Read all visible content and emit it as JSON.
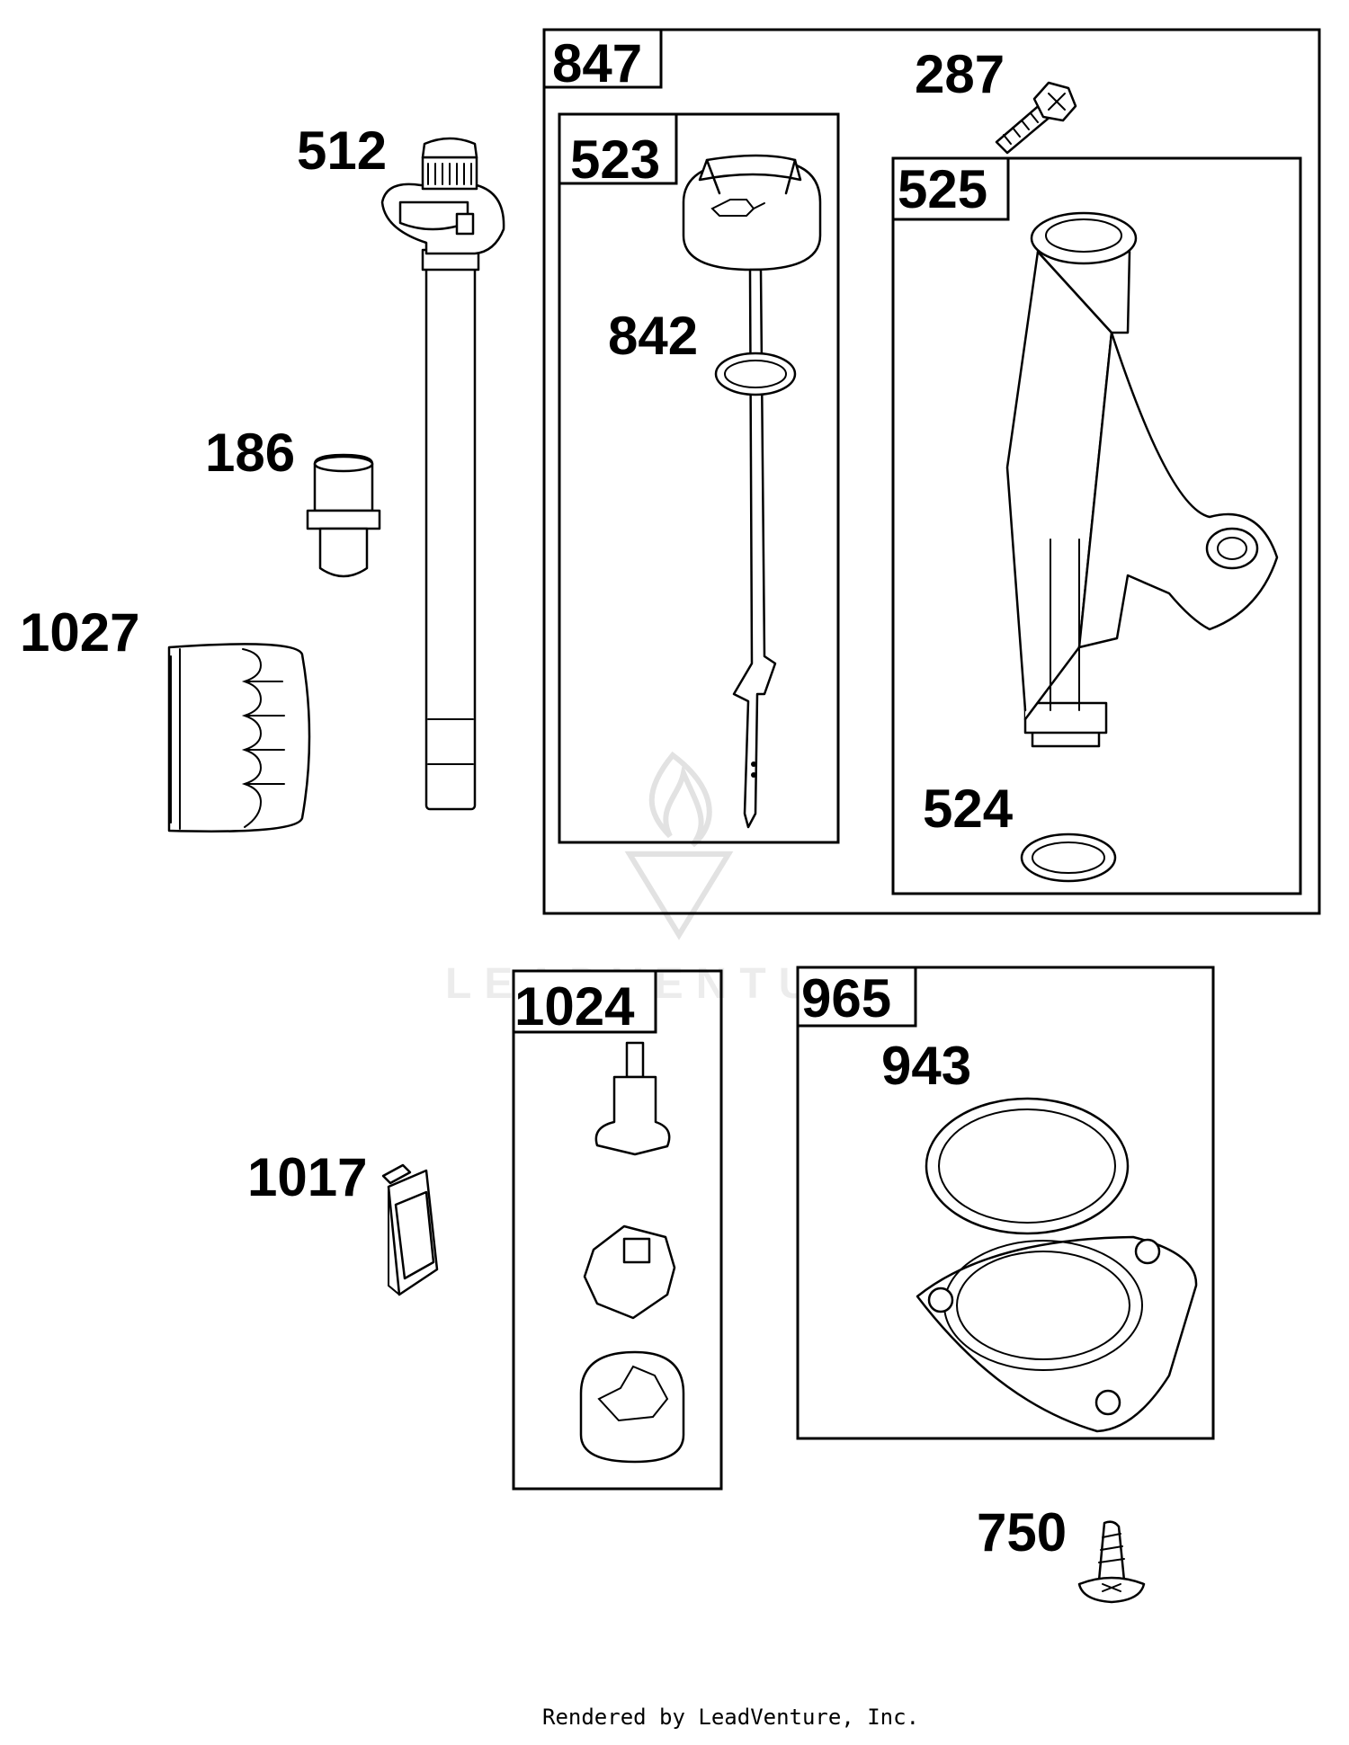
{
  "labels": {
    "p847": "847",
    "p287": "287",
    "p512": "512",
    "p523": "523",
    "p525": "525",
    "p842": "842",
    "p186": "186",
    "p1027": "1027",
    "p524": "524",
    "p1024": "1024",
    "p965": "965",
    "p943": "943",
    "p1017": "1017",
    "p750": "750"
  },
  "watermark": {
    "text": "LEADVENTURE"
  },
  "footer": {
    "text": "Rendered by LeadVenture, Inc."
  }
}
